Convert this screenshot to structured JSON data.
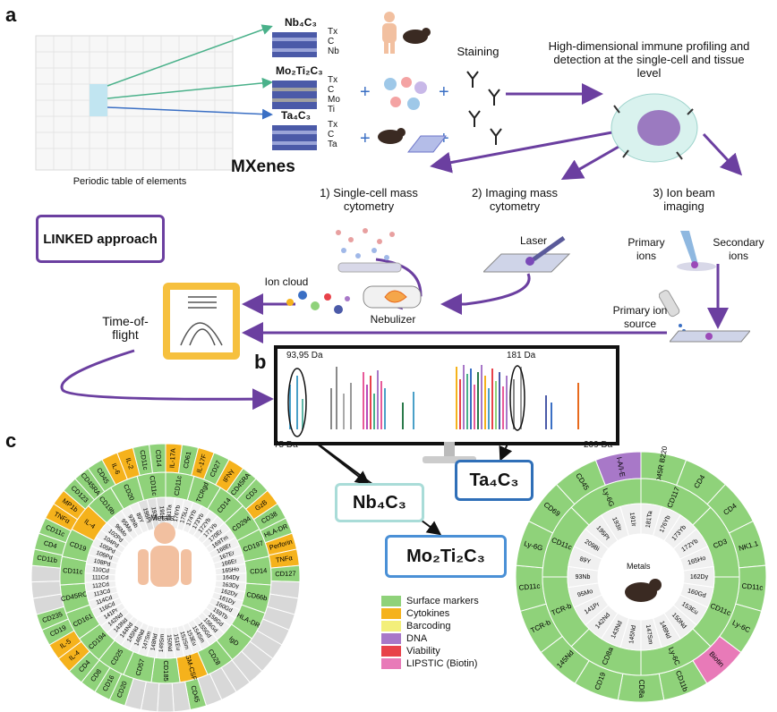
{
  "panels": {
    "a": "a",
    "b": "b",
    "c": "c"
  },
  "periodic_table_label": "Periodic table of elements",
  "mxenes": {
    "title": "MXenes",
    "items": [
      {
        "name": "Nb₄C₃",
        "terms": [
          "Tx",
          "C",
          "Nb"
        ]
      },
      {
        "name": "Mo₂Ti₂C₃",
        "terms": [
          "Tx",
          "C",
          "Mo",
          "Ti"
        ]
      },
      {
        "name": "Ta₄C₃",
        "terms": [
          "Tx",
          "C",
          "Ta"
        ]
      }
    ]
  },
  "staining_label": "Staining",
  "profiling_label": "High-dimensional immune profiling and detection at the single-cell and tissue level",
  "methods": {
    "m1": "1) Single-cell mass cytometry",
    "m2": "2) Imaging mass cytometry",
    "m3": "3) Ion beam imaging"
  },
  "linked_label": "LINKED approach",
  "laser_label": "Laser",
  "primary_ions_label": "Primary ions",
  "secondary_ions_label": "Secondary ions",
  "ion_cloud_label": "Ion cloud",
  "nebulizer_label": "Nebulizer",
  "primary_source_label": "Primary ion source",
  "tof_label": "Time-of-flight",
  "spectrum": {
    "left_mark": "93,95 Da",
    "right_mark": "181 Da",
    "min_label": "75 Da",
    "max_label": "209 Da"
  },
  "callouts": {
    "nb": "Nb₄C₃",
    "ta": "Ta₄C₃",
    "moti": "Mo₂Ti₂C₃"
  },
  "metals_label": "Metals",
  "legend": [
    {
      "label": "Surface markers",
      "color": "#8fd27a"
    },
    {
      "label": "Cytokines",
      "color": "#f5b21c"
    },
    {
      "label": "Barcoding",
      "color": "#f3ef7a"
    },
    {
      "label": "DNA",
      "color": "#a878c8"
    },
    {
      "label": "Viability",
      "color": "#e8424a"
    },
    {
      "label": "LIPSTIC (Biotin)",
      "color": "#e87ab8"
    }
  ],
  "human_ring": {
    "outer": [
      "IL-17A",
      "CD61",
      "IL-17F",
      "CD27",
      "IFNγ",
      "CD45RA",
      "CD3",
      "GzB",
      "CD38",
      "HLA-DR",
      "Perforin",
      "TNFα",
      "CD127",
      "",
      "",
      "",
      "",
      "",
      "",
      "",
      "",
      "",
      "",
      "CD45",
      "",
      "",
      "",
      "",
      "CD20",
      "CD16",
      "CD8",
      "CD4",
      "IL-4",
      "IL-5",
      "CD19",
      "CD235",
      "",
      "",
      "",
      "CD11b",
      "CD4",
      "CD11c",
      "TNFα",
      "MP1b",
      "CD123",
      "CD45RA",
      "CD45",
      "IL-6",
      "IL-2",
      "CD11c",
      "CD14"
    ],
    "inner": [
      "CD11c",
      "TCRgd",
      "CD14",
      "CD294",
      "CD197",
      "CD14",
      "CD66b",
      "HLA-DR",
      "IgD",
      "CD28",
      "GM-CSF",
      "CD185",
      "CD57",
      "CD25",
      "CD194",
      "CD161",
      "CD45RO",
      "CD11c",
      "CD19",
      "IL-4",
      "CD19b",
      "CD20",
      "CD11c"
    ],
    "metals": [
      "181Ta",
      "176Yb",
      "175Lu",
      "174Yb",
      "173Yb",
      "172Yb",
      "171Yb",
      "170Er",
      "169Tm",
      "168Er",
      "167Er",
      "166Er",
      "165Ho",
      "164Dy",
      "163Dy",
      "162Dy",
      "161Dy",
      "160Gd",
      "159Tb",
      "158Gd",
      "156Gd",
      "155Gd",
      "154Sm",
      "153Eu",
      "152Sm",
      "151Eu",
      "150Nd",
      "149Sm",
      "148Nd",
      "147Sm",
      "146Nd",
      "145Nd",
      "144Nd",
      "143Nd",
      "142Nd",
      "141Pr",
      "116Cd",
      "114Cd",
      "113Cd",
      "112Cd",
      "111Cd",
      "110Cd",
      "108Pd",
      "106Pd",
      "105Pd",
      "104Pd",
      "102Pd",
      "96Mo",
      "95Mo",
      "93Nb",
      "89Y",
      "195Pt",
      "193Ir",
      "191Ir"
    ]
  },
  "mouse_ring": {
    "outer": [
      "CD45R B220",
      "CD4",
      "CD4",
      "NK1.1",
      "CD11c",
      "Ly-6C",
      "Biotin",
      "CD11b",
      "CD8a",
      "CD19",
      "145Nd",
      "TCR-b",
      "CD11c",
      "Ly-6G",
      "CD69",
      "CD45",
      "I-A/I-E"
    ],
    "inner": [
      "CD117",
      "CD3",
      "CD11c",
      "Ly-6C",
      "CD8a",
      "TCR-b",
      "CD11c",
      "Ly-6G"
    ],
    "metals": [
      "181Ta",
      "176Yb",
      "173Yb",
      "172Yb",
      "165Ho",
      "162Dy",
      "160Gd",
      "153Eu",
      "150Nd",
      "148Nd",
      "147Sm",
      "145Nd",
      "143Nd",
      "142Nd",
      "141Pr",
      "95Mo",
      "93Nb",
      "89Y",
      "209Bi",
      "195Pt",
      "193Ir",
      "191Ir"
    ]
  },
  "colors": {
    "purple": "#6b3fa0",
    "green_arrow": "#4ab18a",
    "blue_arrow": "#3a6fc4",
    "nb_box": "#a9dcd8",
    "ta_box": "#2f6fb8",
    "moti_box": "#4a90d6"
  }
}
